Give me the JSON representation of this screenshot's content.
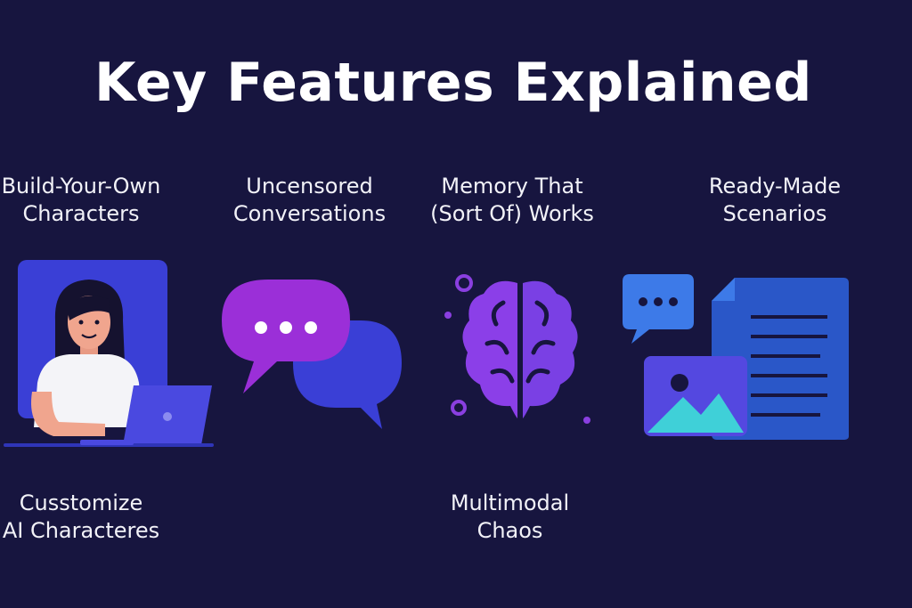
{
  "page": {
    "title": "Key Features Explained"
  },
  "features": [
    {
      "title": "Build-Your-Own\nCharacters",
      "icon": "person-at-laptop-icon"
    },
    {
      "title": "Uncensored\nConversations",
      "icon": "chat-bubbles-icon"
    },
    {
      "title": "Memory That\n(Sort Of) Works",
      "icon": "brain-icon"
    },
    {
      "title": "Ready-Made\nScenarios",
      "icon": "document-image-icon"
    }
  ],
  "captions": [
    "Cusstomize\nAI Characteres",
    "Multimodal\nChaos"
  ],
  "colors": {
    "background": "#17153f",
    "blue": "#3a3fd6",
    "purple": "#9b2fd8",
    "violet": "#7a3fe0",
    "teal": "#3fd0d8",
    "doc_blue": "#2a57c8"
  }
}
